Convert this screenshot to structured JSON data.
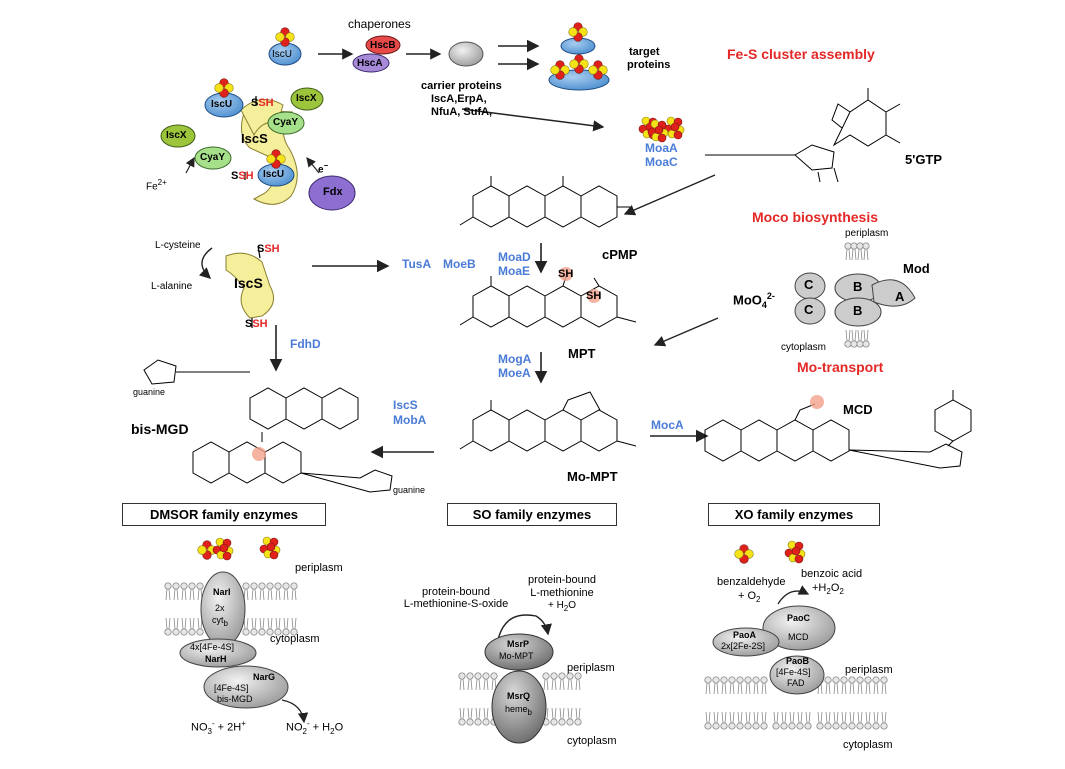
{
  "fes": {
    "title": "Fe-S cluster assembly",
    "iscu": "IscU",
    "chaperones": "chaperones",
    "hscb": "HscB",
    "hsca": "HscA",
    "carrier_proteins": "carrier proteins",
    "carrier_list1": "IscA,ErpA,",
    "carrier_list2": "NfuA, SufA,",
    "target_proteins1": "target",
    "target_proteins2": "proteins",
    "complex": {
      "iscs": "IscS",
      "iscu": "IscU",
      "iscx": "IscX",
      "cyay": "CyaY",
      "ssh": "SSH",
      "fe": "Fe",
      "fe_sup": "2+",
      "e": "e",
      "e_sup": "−",
      "fdx": "Fdx"
    }
  },
  "moco": {
    "title": "Moco biosynthesis",
    "moaa": "MoaA",
    "moac": "MoaC",
    "gtp": "5'GTP",
    "cpmp": "cPMP",
    "tusa": "TusA",
    "moeb": "MoeB",
    "moad": "MoaD",
    "moae": "MoaE",
    "mpt": "MPT",
    "moga": "MogA",
    "moea": "MoeA",
    "mompt": "Mo-MPT",
    "iscs": "IscS",
    "moba": "MobA",
    "moca": "MocA",
    "mcd": "MCD",
    "bismgd": "bis-MGD",
    "fdhd": "FdhD",
    "lcysteine": "L-cysteine",
    "lalanine": "L-alanine",
    "ssh": "SSH",
    "guanine": "guanine",
    "sh": "SH"
  },
  "transport": {
    "title": "Mo-transport",
    "periplasm": "periplasm",
    "cytoplasm": "cytoplasm",
    "mod": "Mod",
    "molybdate": "MoO",
    "molybdate_sub": "4",
    "molybdate_sup": "2-",
    "a": "A",
    "b": "B",
    "c": "C"
  },
  "families": {
    "dmsor": "DMSOR family enzymes",
    "so": "SO family enzymes",
    "xo": "XO family enzymes"
  },
  "nar": {
    "periplasm": "periplasm",
    "cytoplasm": "cytoplasm",
    "nari": "NarI",
    "nari_sub1": "2x",
    "nari_sub2": "cyt",
    "nari_sub2_b": "b",
    "narh_top": "4x[4Fe-4S]",
    "narh": "NarH",
    "narg": "NarG",
    "narg_sub1": "[4Fe-4S]",
    "narg_sub2": "bis-MGD",
    "reaction_left": "NO",
    "reaction_left_sub": "3",
    "reaction_left_sup": "-",
    "reaction_left_tail": " + 2H",
    "reaction_left_sup2": "+",
    "reaction_right": "NO",
    "reaction_right_sub": "2",
    "reaction_right_sup": "-",
    "reaction_right_tail": " + H",
    "reaction_right_sub2": "2",
    "reaction_right_tail2": "O"
  },
  "msr": {
    "substrate1": "protein-bound",
    "substrate2": "L-methionine-S-oxide",
    "product1": "protein-bound",
    "product2": "L-methionine",
    "product3": "+ H",
    "product3_sub": "2",
    "product3_tail": "O",
    "msrp": "MsrP",
    "msrp_sub": "Mo-MPT",
    "msrq": "MsrQ",
    "msrq_sub": "heme",
    "msrq_sub_b": "b",
    "periplasm": "periplasm",
    "cytoplasm": "cytoplasm"
  },
  "pao": {
    "substrate1": "benzaldehyde",
    "substrate2": "+ O",
    "substrate2_sub": "2",
    "product1": "benzoic acid",
    "product2": "+H",
    "product2_sub": "2",
    "product2_mid": "O",
    "product2_sub2": "2",
    "paoc": "PaoC",
    "paoc_sub": "MCD",
    "paoa": "PaoA",
    "paoa_sub": "2x[2Fe-2S]",
    "paob": "PaoB",
    "paob_sub1": "[4Fe-4S]",
    "paob_sub2": "FAD",
    "periplasm": "periplasm",
    "cytoplasm": "cytoplasm"
  },
  "colors": {
    "red_title": "#e32826",
    "blue_enzyme": "#4a7bd6",
    "iscu": "#5b9bd5",
    "iscs": "#f5ee9a",
    "iscx": "#9dc53c",
    "cyay": "#a7e08a",
    "fdx": "#8d6fd1",
    "hscb": "#e84a4a",
    "hsca": "#a78bd9",
    "cluster_red": "#e0211b",
    "cluster_yellow": "#f5e318"
  }
}
